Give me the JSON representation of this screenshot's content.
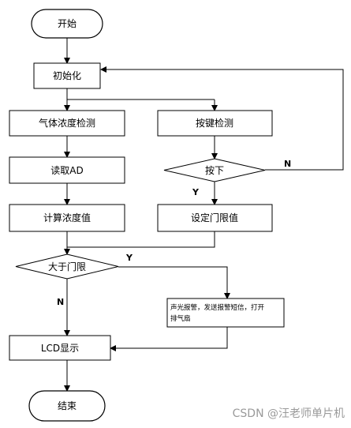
{
  "nodes": {
    "start": "开始",
    "init": "初始化",
    "gas_detect": "气体浓度检测",
    "key_detect": "按键检测",
    "read_ad": "读取AD",
    "key_press": "按下",
    "calc": "计算浓度值",
    "set_limit": "设定门限值",
    "over_limit": "大于门限",
    "alarm_line1": "声光报警，发送报警短信，打开",
    "alarm_line2": "排气扇",
    "lcd": "LCD显示",
    "end": "结束"
  },
  "labels": {
    "press_no": "N",
    "press_yes": "Y",
    "limit_yes": "Y",
    "limit_no": "N"
  },
  "watermark": "CSDN @汪老师单片机"
}
